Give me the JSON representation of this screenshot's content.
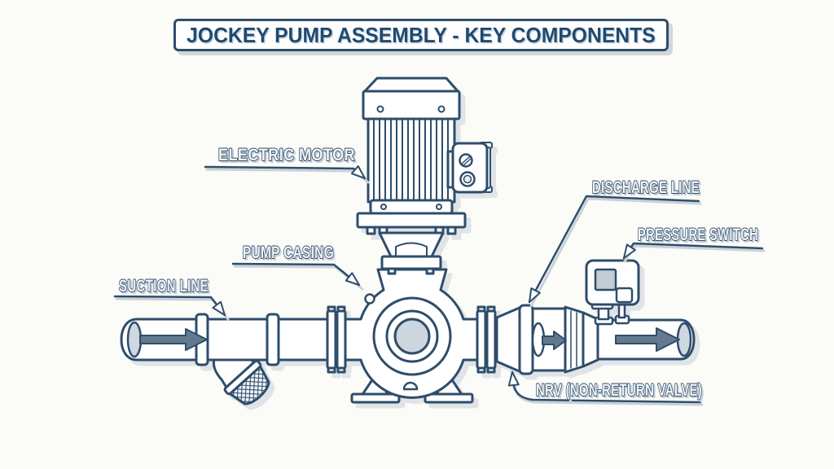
{
  "title": "JOCKEY PUMP ASSEMBLY - KEY COMPONENTS",
  "diagram": {
    "labels": {
      "electric_motor": "ELECTRIC MOTOR",
      "pump_casing": "PUMP CASING",
      "suction_line": "SUCTION LINE",
      "discharge_line": "DISCHARGE LINE",
      "pressure_switch": "PRESSURE SWITCH",
      "nrv": "NRV (NON-RETURN VALVE)"
    },
    "flow_direction": "left-to-right",
    "icons": {
      "suction_flow_arrow": "flow-arrow-right-icon",
      "nrv_flow_arrow": "flow-arrow-right-icon",
      "discharge_flow_arrow": "flow-arrow-right-icon",
      "leader_arrowheads": "open-arrowhead-icon"
    },
    "colors": {
      "background": "#fbfbf8",
      "line": "#2e4d6b",
      "title_text": "#1e4a73",
      "label_fill": "#f2f5f7",
      "flow_arrow_fill": "#64798e",
      "shadow": "#d9dee2",
      "hub_fill": "#ccd6de",
      "pipe_cap_fill": "#cdd8e0"
    }
  }
}
